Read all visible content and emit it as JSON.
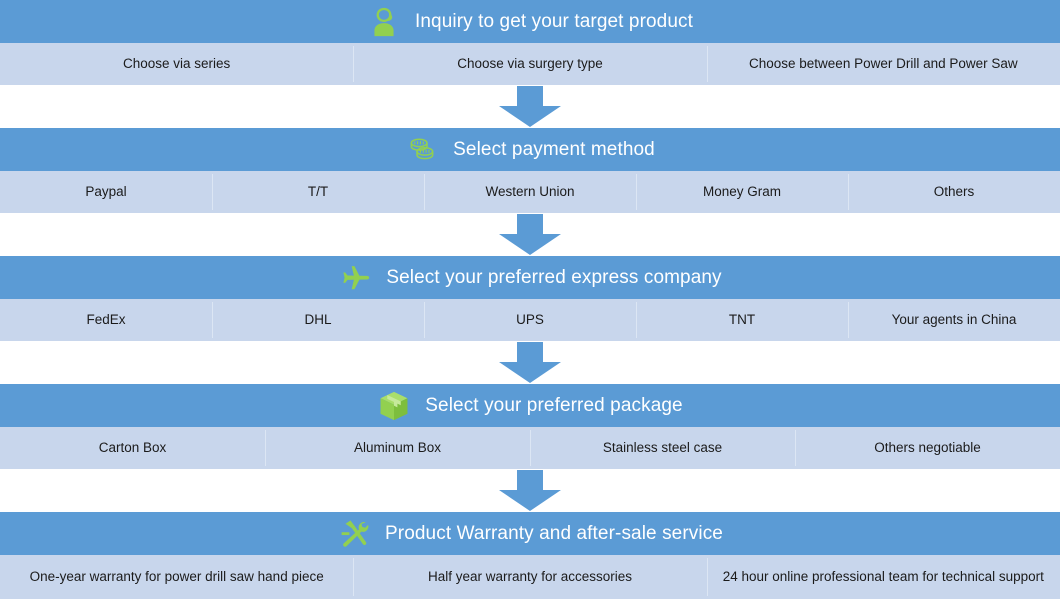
{
  "theme": {
    "bar_color": "#5B9BD5",
    "option_row_color": "#C8D6EC",
    "divider_color": "#DCE6F4",
    "icon_color": "#92D050",
    "title_color": "#FFFFFF",
    "option_text_color": "#1B1B1B",
    "arrow_color": "#5B9BD5"
  },
  "connector": {
    "icon": "down-arrow-icon"
  },
  "sections": [
    {
      "id": "inquiry",
      "icon": "customer-service-agent-icon",
      "title": "Inquiry to get your target product",
      "options": [
        "Choose via series",
        "Choose via surgery type",
        "Choose  between Power Drill and Power Saw"
      ]
    },
    {
      "id": "payment",
      "icon": "coins-icon",
      "title": "Select payment method",
      "options": [
        "Paypal",
        "T/T",
        "Western Union",
        "Money Gram",
        "Others"
      ]
    },
    {
      "id": "express",
      "icon": "airplane-icon",
      "title": "Select your preferred express company",
      "options": [
        "FedEx",
        "DHL",
        "UPS",
        "TNT",
        "Your agents in China"
      ]
    },
    {
      "id": "package",
      "icon": "package-box-icon",
      "title": "Select your preferred package",
      "options": [
        "Carton Box",
        "Aluminum Box",
        "Stainless steel case",
        "Others negotiable"
      ]
    },
    {
      "id": "warranty",
      "icon": "hammer-wrench-icon",
      "title": "Product Warranty and after-sale service",
      "options": [
        "One-year warranty for power drill saw hand piece",
        "Half year warranty for accessories",
        "24 hour online professional team for technical support"
      ]
    }
  ]
}
